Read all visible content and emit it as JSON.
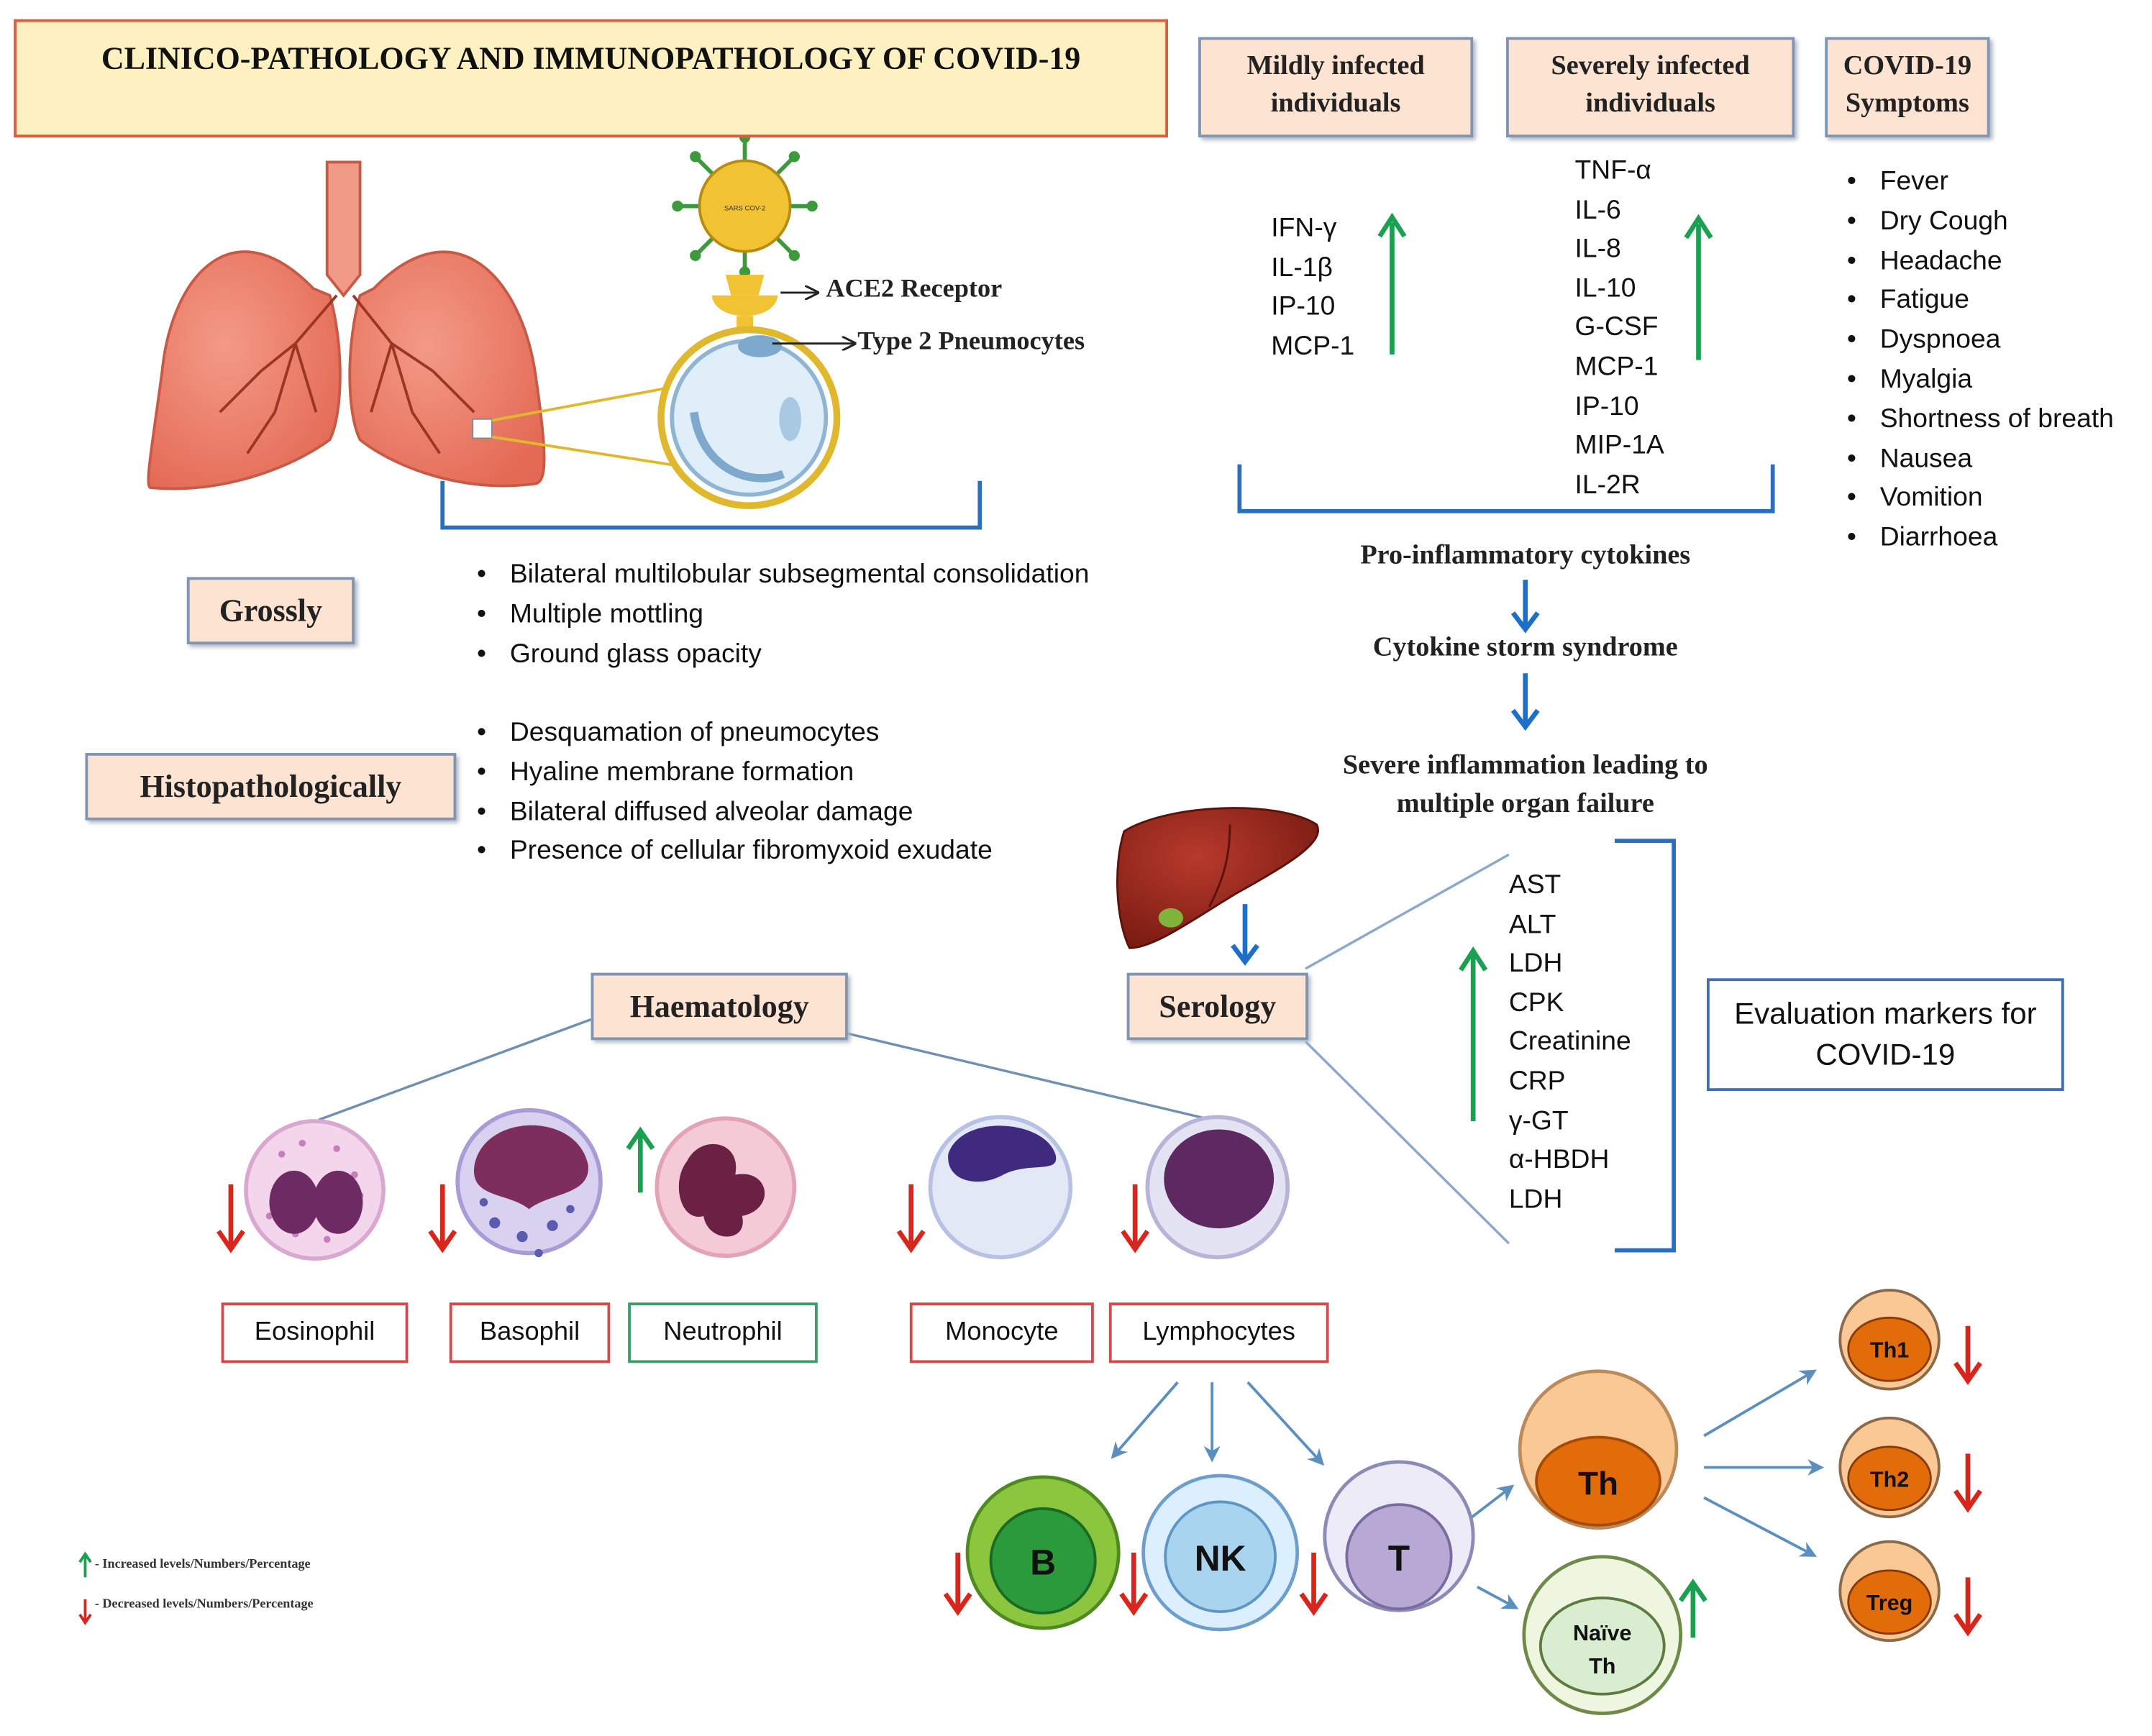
{
  "title": "CLINICO-PATHOLOGY AND IMMUNOPATHOLOGY OF COVID-19",
  "virus_label": "SARS COV-2",
  "callouts": {
    "receptor": "ACE2 Receptor",
    "pneumocytes": "Type 2 Pneumocytes"
  },
  "grossly": {
    "label": "Grossly",
    "items": [
      "Bilateral multilobular subsegmental consolidation",
      "Multiple mottling",
      "Ground glass opacity"
    ]
  },
  "histo": {
    "label": "Histopathologically",
    "items": [
      "Desquamation of pneumocytes",
      "Hyaline membrane formation",
      "Bilateral diffused alveolar damage",
      "Presence of cellular fibromyxoid exudate"
    ]
  },
  "mild": {
    "header": "Mildly infected individuals",
    "items": [
      "IFN-γ",
      "IL-1β",
      "IP-10",
      "MCP-1"
    ]
  },
  "severe": {
    "header": "Severely infected individuals",
    "items": [
      "TNF-α",
      "IL-6",
      "IL-8",
      "IL-10",
      "G-CSF",
      "MCP-1",
      "IP-10",
      "MIP-1A",
      "IL-2R"
    ]
  },
  "symptoms": {
    "header": "COVID-19 Symptoms",
    "items": [
      "Fever",
      "Dry Cough",
      "Headache",
      "Fatigue",
      "Dyspnoea",
      "Myalgia",
      "Shortness of breath",
      "Nausea",
      "Vomition",
      "Diarrhoea"
    ]
  },
  "flow": {
    "step1": "Pro-inflammatory cytokines",
    "step2": "Cytokine storm syndrome",
    "step3": "Severe inflammation leading to multiple organ failure"
  },
  "serology": {
    "label": "Serology",
    "markers": [
      "AST",
      "ALT",
      "LDH",
      "CPK",
      "Creatinine",
      "CRP",
      "γ-GT",
      "α-HBDH",
      "LDH"
    ]
  },
  "evaluation": "Evaluation markers for COVID-19",
  "haematology": {
    "label": "Haematology",
    "cells": [
      "Eosinophil",
      "Basophil",
      "Neutrophil",
      "Monocyte",
      "Lymphocytes"
    ]
  },
  "lymph": {
    "b": "B",
    "nk": "NK",
    "t": "T",
    "th": "Th",
    "naive_1": "Naïve",
    "naive_2": "Th",
    "th1": "Th1",
    "th2": "Th2",
    "treg": "Treg"
  },
  "legend": {
    "increased": "- Increased levels/Numbers/Percentage",
    "decreased": "- Decreased levels/Numbers/Percentage"
  },
  "colors": {
    "up": "#1aa050",
    "down": "#d9261c",
    "flow": "#1e6fc5",
    "bracket": "#2a6fbf"
  }
}
